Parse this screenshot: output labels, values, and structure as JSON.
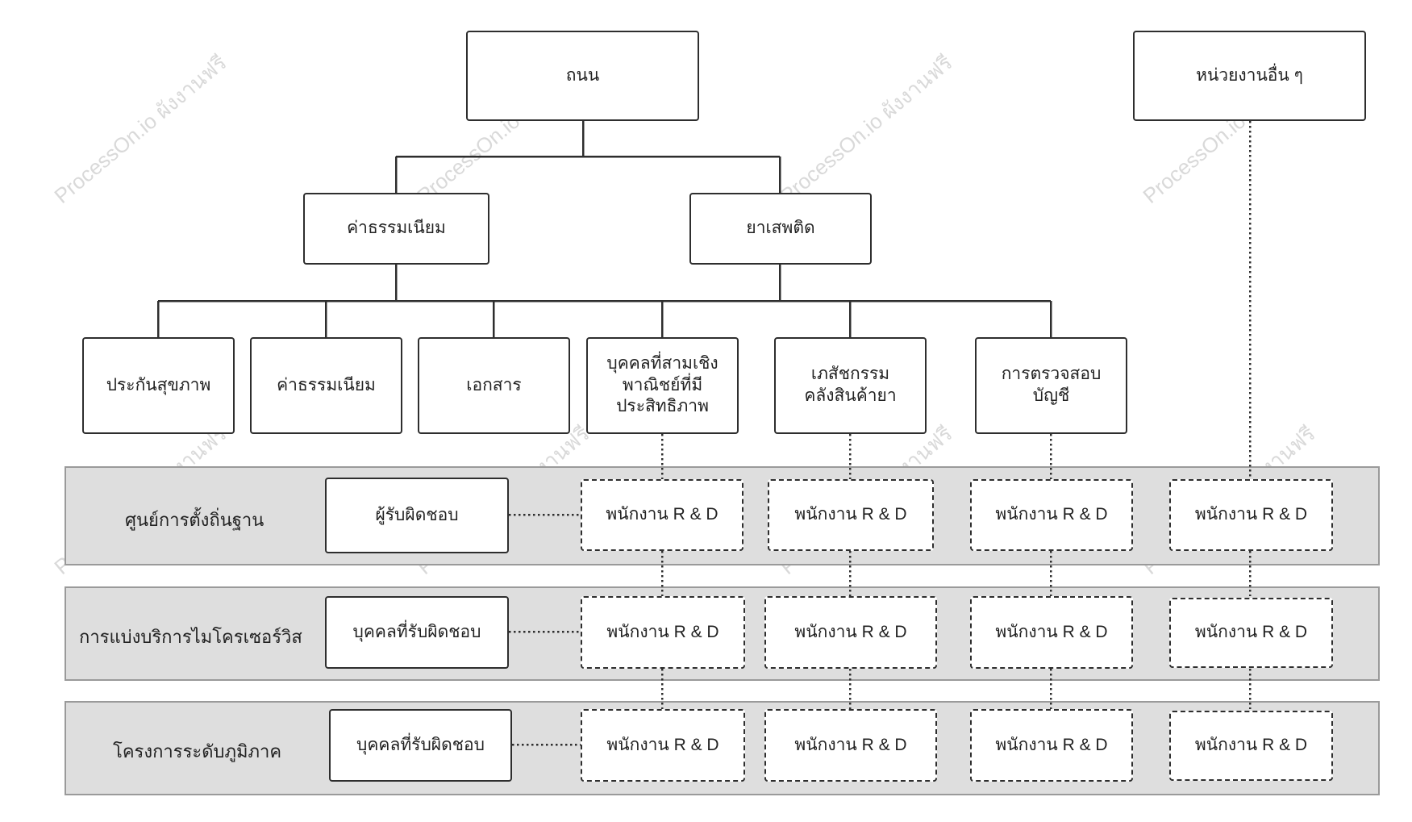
{
  "nodes": {
    "top": "ถนน",
    "other": "หน่วยงานอื่น ๆ",
    "mid_left": "ค่าธรรมเนียม",
    "mid_right": "ยาเสพติด",
    "l1": "ประกันสุขภาพ",
    "l2": "ค่าธรรมเนียม",
    "l3": "เอกสาร",
    "l4": "บุคคลที่สามเชิง\nพาณิชย์ที่มี\nประสิทธิภาพ",
    "l5": "เภสัชกรรม\nคลังสินค้ายา",
    "l6": "การตรวจสอบ\nบัญชี"
  },
  "lanes": [
    {
      "label": "ศูนย์การตั้งถิ่นฐาน",
      "owner": "ผู้รับผิดชอบ",
      "cells": [
        "พนักงาน R & D",
        "พนักงาน R & D",
        "พนักงาน R & D",
        "พนักงาน R & D"
      ]
    },
    {
      "label": "การแบ่งบริการไมโครเซอร์วิส",
      "owner": "บุคคลที่รับผิดชอบ",
      "cells": [
        "พนักงาน R & D",
        "พนักงาน R & D",
        "พนักงาน R & D",
        "พนักงาน R & D"
      ]
    },
    {
      "label": "โครงการระดับภูมิภาค",
      "owner": "บุคคลที่รับผิดชอบ",
      "cells": [
        "พนักงาน R & D",
        "พนักงาน R & D",
        "พนักงาน R & D",
        "พนักงาน R & D"
      ]
    }
  ],
  "watermark": "ProcessOn.io ผังงานฟรี"
}
